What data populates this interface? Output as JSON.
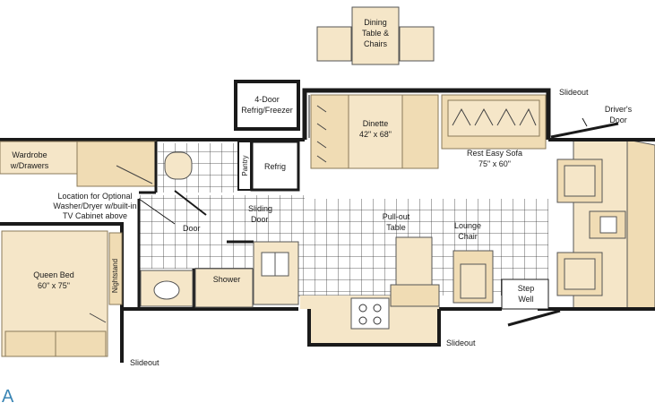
{
  "floorplan": {
    "labels": {
      "dining_table": [
        "Dining",
        "Table &",
        "Chairs"
      ],
      "refrig_freezer": [
        "4-Door",
        "Refrig/Freezer"
      ],
      "slideout_top": "Slideout",
      "drivers_door": [
        "Driver's",
        "Door"
      ],
      "dinette": [
        "Dinette",
        "42\" x 68\""
      ],
      "sofa": [
        "Rest Easy Sofa",
        "75\" x 60\""
      ],
      "wardrobe": [
        "Wardrobe",
        "w/Drawers"
      ],
      "pantry": "Pantry",
      "refrig": "Refrig",
      "optional_washer": [
        "Location for Optional",
        "Washer/Dryer w/built-in",
        "TV Cabinet above"
      ],
      "door": "Door",
      "sliding_door": [
        "Sliding",
        "Door"
      ],
      "pullout_table": [
        "Pull-out",
        "Table"
      ],
      "lounge_chair": [
        "Lounge",
        "Chair"
      ],
      "queen_bed": [
        "Queen Bed",
        "60\" x 75\""
      ],
      "nightstand": "Nightstand",
      "shower": "Shower",
      "step_well": [
        "Step",
        "Well"
      ],
      "slideout_bottom": "Slideout",
      "slideout_left": "Slideout"
    },
    "plan_letter": "A",
    "colors": {
      "wall": "#1a1a1a",
      "furniture_fill": "#f5e6c8",
      "cushion_fill": "#f0dcb4",
      "tile_line": "#333333",
      "floor": "#ffffff",
      "accent": "#3b86b5"
    }
  }
}
